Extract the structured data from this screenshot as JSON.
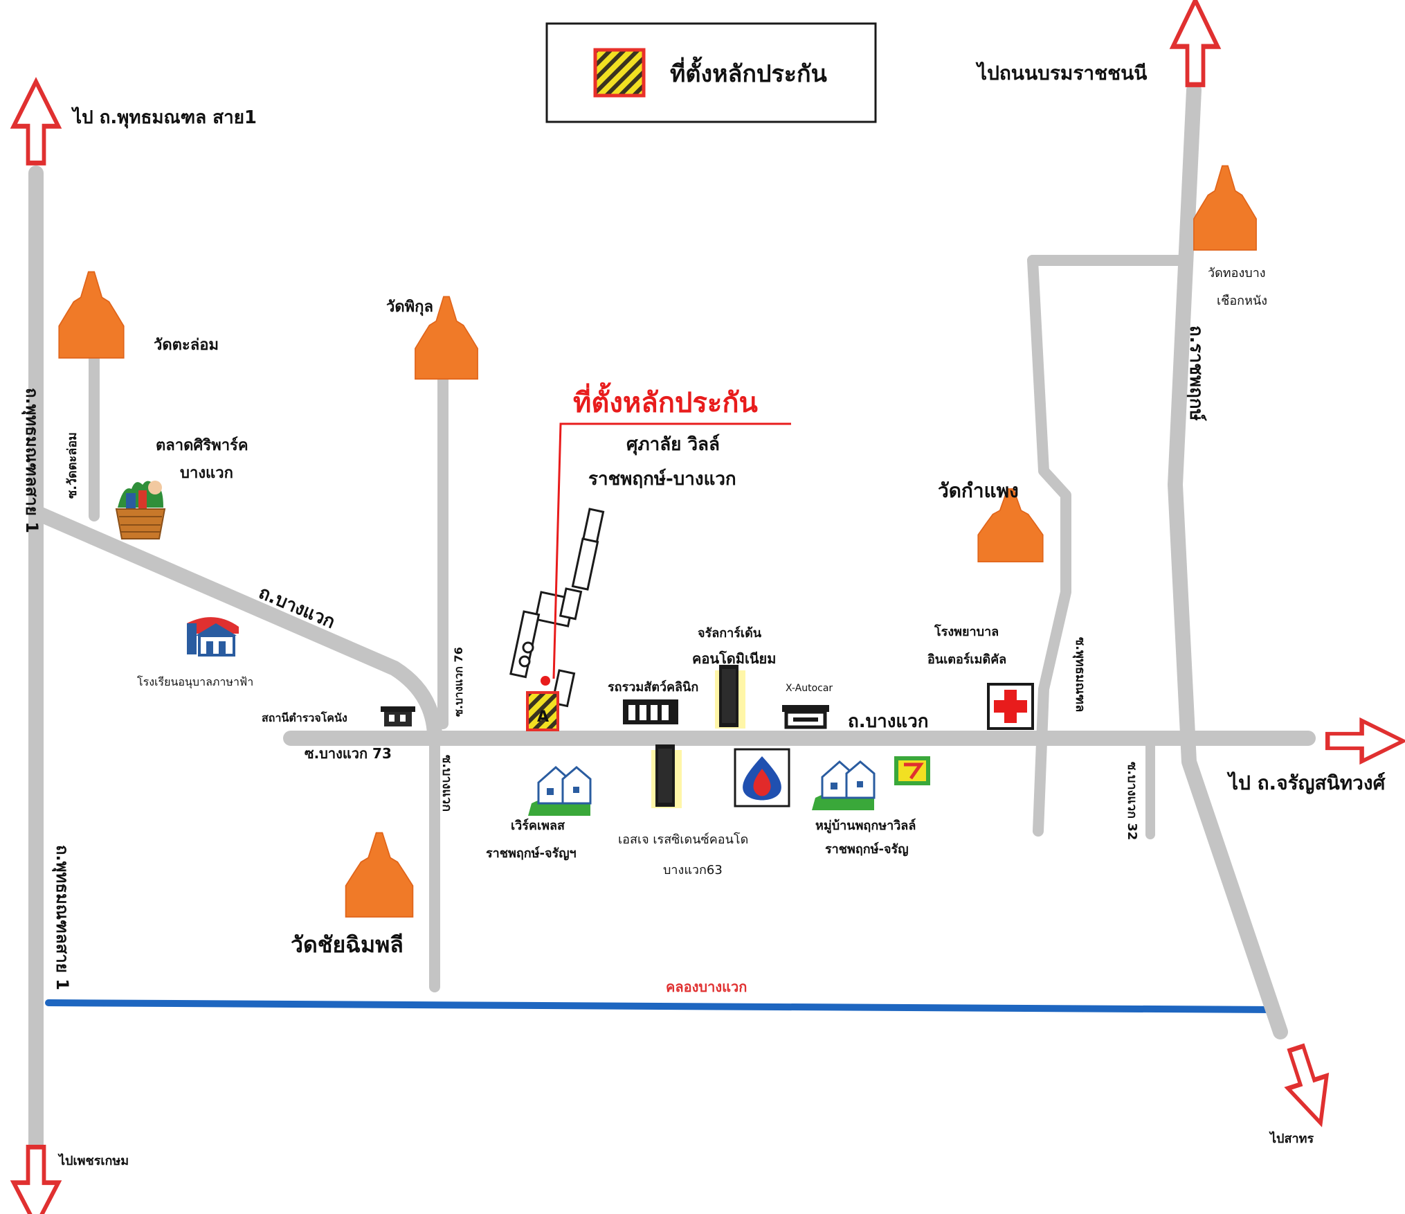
{
  "legend": {
    "label": "ที่ตั้งหลักประกัน"
  },
  "highlight": {
    "title": "ที่ตั้งหลักประกัน",
    "name_line1": "ศุภาลัย วิลล์",
    "name_line2": "ราชพฤกษ์-บางแวก"
  },
  "directions": {
    "north_left": "ไป ถ.พุทธมณฑล สาย1",
    "north_right": "ไปถนนบรมราชชนนี",
    "east": "ไป ถ.จรัญสนิทวงศ์",
    "south_left": "ไปเพชรเกษม",
    "south_right": "ไปสาทร"
  },
  "roads": {
    "left_vertical_top": "ถ.พุทธมณฑลสาย 1",
    "left_vertical_bottom": "ถ.พุทธมณฑลสาย 1",
    "wat_road": "ซ.วัดตะล่อม",
    "bangwaek_diag": "ถ.บางแวก",
    "bangwaek_main": "ถ.บางแวก",
    "soi_76": "ซ.บางแวก 76",
    "soi_73": "ซ.บางแวก 73",
    "soi_south": "ซ.บางแวก",
    "soi_east": "ซ.พุทธมณฑล",
    "ratchaphruek": "ถ.ราชพฤกษ์",
    "soi_32": "ซ.บางแวก 32"
  },
  "places": {
    "wat_taluan": "วัดตะล่อม",
    "wat_phikul": "วัดพิกุล",
    "wat_thong": "วัดทองบาง",
    "wat_thong_2": "เชือกหนัง",
    "wat_kamphaeng": "วัดกำแพง",
    "wat_chai": "วัดชัยฉิมพลี",
    "market_1": "ตลาดศิริพาร์ค",
    "market_2": "บางแวก",
    "school": "โรงเรียนอนุบาลภาษาฟ้า",
    "police": "สถานีตำรวจโคนัง",
    "clinic": "รถรวมสัตว์คลินิก",
    "condo_1": "จรัลการ์เด้น",
    "condo_2": "คอนโดมิเนียม",
    "xautocar": "X-Autocar",
    "hospital_1": "โรงพยาบาล",
    "hospital_2": "อินเตอร์เมดิคัล",
    "village1_1": "เวิร์คเพลส",
    "village1_2": "ราชพฤกษ์-จรัญฯ",
    "condo2_1": "เอสเจ เรสซิเดนซ์คอนโด",
    "condo2_2": "บางแวก63",
    "village2_1": "หมู่บ้านพฤกษาวิลล์",
    "village2_2": "ราชพฤกษ์-จรัญ",
    "canal": "คลองบางแวก",
    "plot_marker": "A"
  },
  "colors": {
    "road": "#c4c4c4",
    "arrow": "#e03030",
    "temple": "#f07a28",
    "canal": "#1e66c0",
    "highlight_red": "#e81c1c",
    "hatch_yellow": "#f2e022"
  }
}
